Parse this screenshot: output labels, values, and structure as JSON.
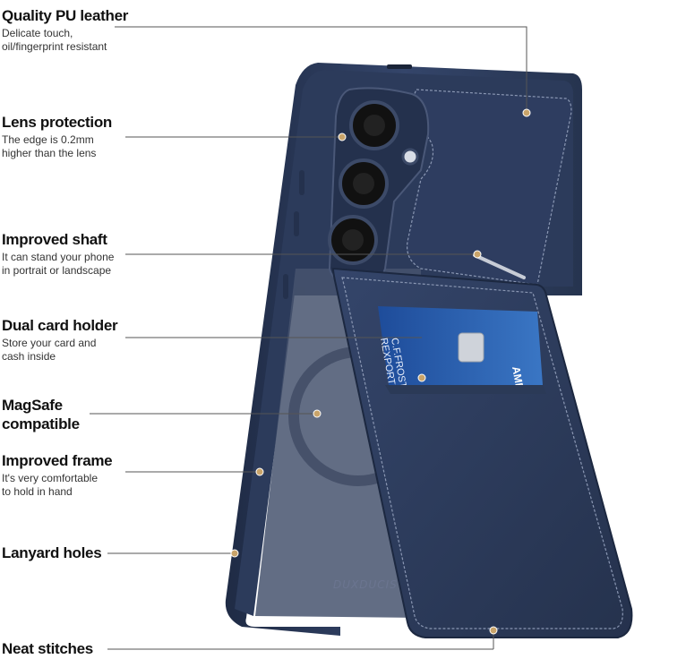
{
  "features": [
    {
      "title": "Quality PU leather",
      "desc": "Delicate touch,\noil/fingerprint resistant"
    },
    {
      "title": "Lens protection",
      "desc": "The edge is 0.2mm\nhigher than the lens"
    },
    {
      "title": "Improved shaft",
      "desc": "It can stand your phone\nin portrait or landscape"
    },
    {
      "title": "Dual card holder",
      "desc": "Store your card and\ncash inside"
    },
    {
      "title": "MagSafe\ncompatible",
      "desc": ""
    },
    {
      "title": "Improved frame",
      "desc": "It's very comfortable\nto hold in hand"
    },
    {
      "title": "Lanyard holes",
      "desc": ""
    },
    {
      "title": "Neat stitches",
      "desc": ""
    }
  ],
  "card": {
    "line1": "C.F.FROST",
    "line2": "REXPORTI",
    "brand": "AME"
  },
  "case_brand": "DUXDUCIS",
  "colors": {
    "case": "#2b3a57",
    "case_dark": "#1c2840",
    "stitch": "#8a97b3",
    "dot": "#c9a46a",
    "leader": "#555555",
    "card": "#2f5fa8"
  }
}
